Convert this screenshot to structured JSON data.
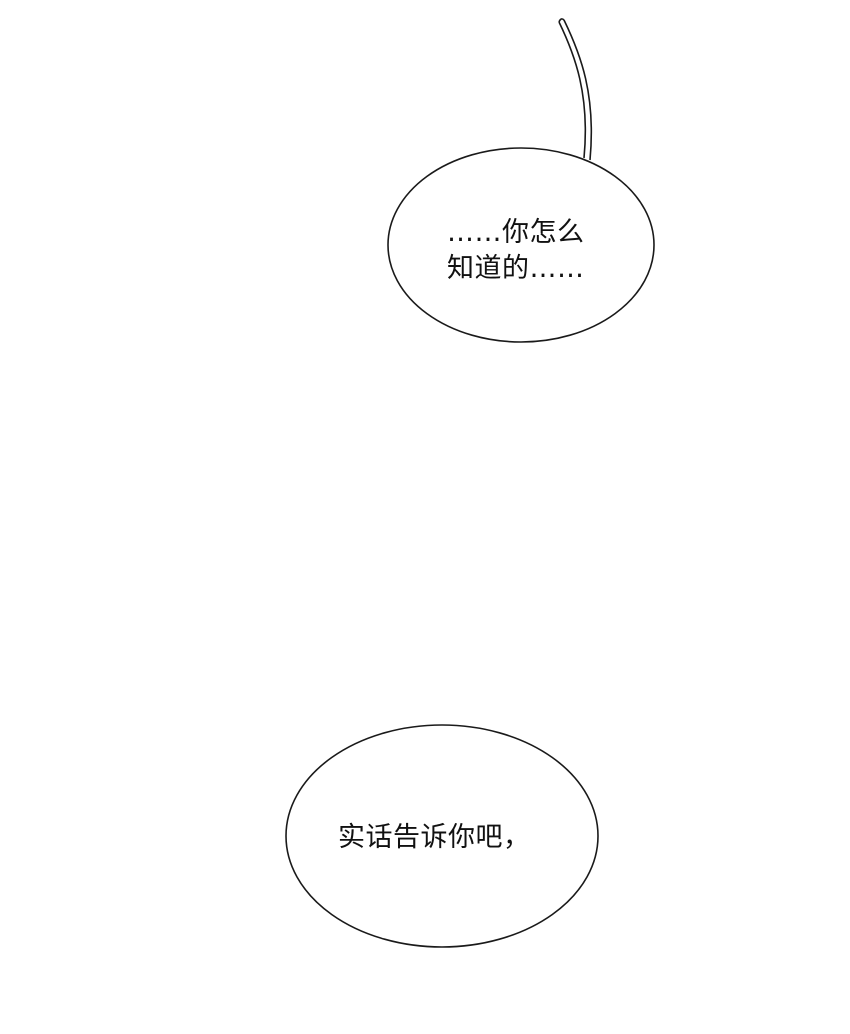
{
  "bubbles": {
    "first": {
      "line1": "……你怎么",
      "line2": "知道的……"
    },
    "second": {
      "text": "实话告诉你吧，"
    }
  },
  "colors": {
    "background": "#ffffff",
    "outline": "#1a1a1a",
    "text": "#111111"
  }
}
